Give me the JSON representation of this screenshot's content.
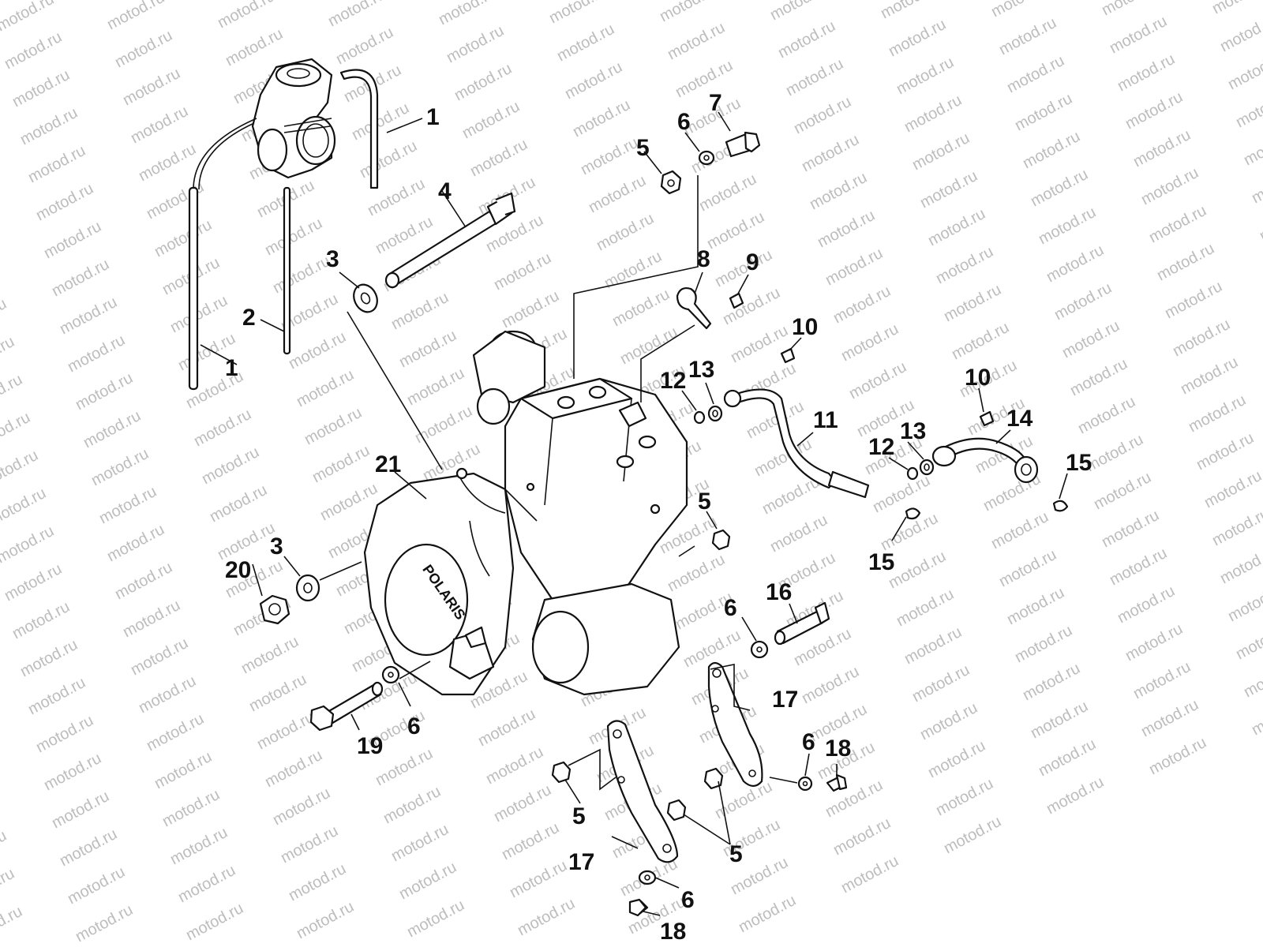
{
  "diagram": {
    "watermark_text": "motod.ru",
    "logo_text": "POLARIS",
    "callouts": {
      "c1a": "1",
      "c1b": "1",
      "c2": "2",
      "c3a": "3",
      "c3b": "3",
      "c4": "4",
      "c5a": "5",
      "c5b": "5",
      "c5c": "5",
      "c5d": "5",
      "c6a": "6",
      "c6b": "6",
      "c6c": "6",
      "c6d": "6",
      "c6e": "6",
      "c7": "7",
      "c8": "8",
      "c9": "9",
      "c10a": "10",
      "c10b": "10",
      "c11": "11",
      "c12a": "12",
      "c12b": "12",
      "c13a": "13",
      "c13b": "13",
      "c14": "14",
      "c15a": "15",
      "c15b": "15",
      "c16": "16",
      "c17a": "17",
      "c17b": "17",
      "c18a": "18",
      "c18b": "18",
      "c19": "19",
      "c20": "20",
      "c21": "21"
    }
  }
}
